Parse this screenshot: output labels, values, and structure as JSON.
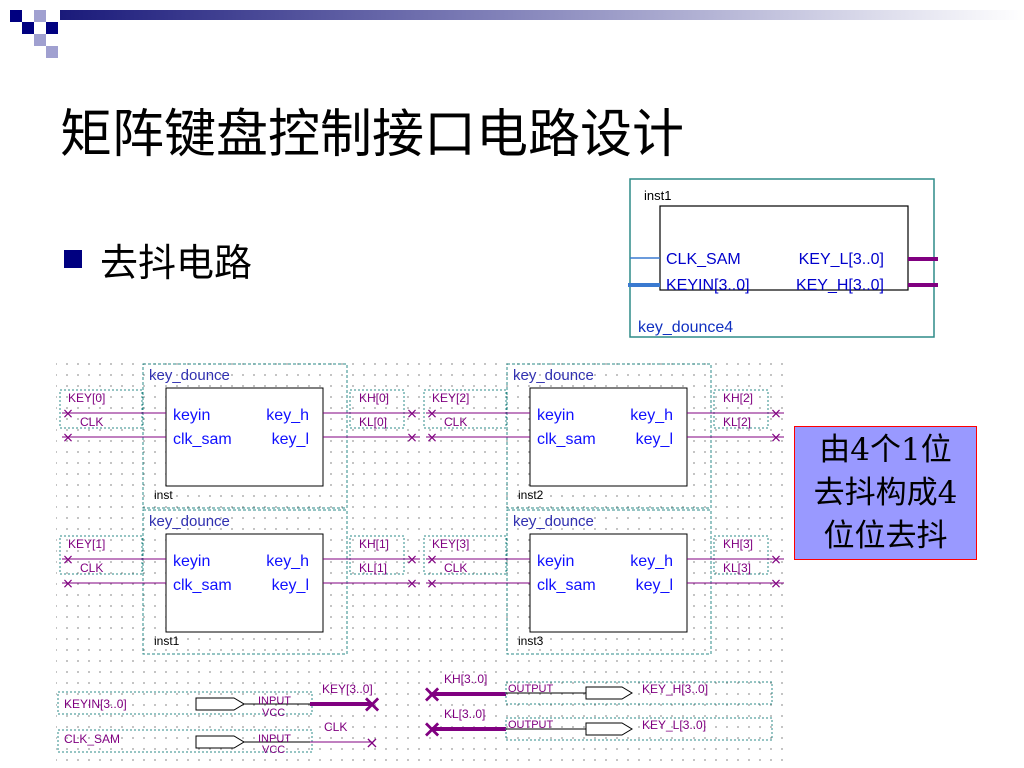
{
  "slide": {
    "title": "矩阵键盘控制接口电路设计",
    "bullet": "去抖电路",
    "note": "由4个1位去抖构成4位位去抖"
  },
  "colors": {
    "navy": "#000080",
    "teal": "#2e8b88",
    "purple": "#800080",
    "blue_text": "#1010ff",
    "note_bg": "#9999ff",
    "note_border": "#ff0000"
  },
  "top_symbol": {
    "instance": "inst1",
    "in_ports": [
      "CLK_SAM",
      "KEYIN[3..0]"
    ],
    "out_ports": [
      "KEY_L[3..0]",
      "KEY_H[3..0]"
    ],
    "module": "key_dounce4"
  },
  "schematic": {
    "blocks": [
      {
        "module": "key_dounce",
        "instance": "inst",
        "in1": "keyin",
        "in2": "clk_sam",
        "out1": "key_h",
        "out2": "key_l",
        "net_in": "KEY[0]",
        "net_clk": "CLK",
        "net_h": "KH[0]",
        "net_l": "KL[0]"
      },
      {
        "module": "key_dounce",
        "instance": "inst2",
        "in1": "keyin",
        "in2": "clk_sam",
        "out1": "key_h",
        "out2": "key_l",
        "net_in": "KEY[2]",
        "net_clk": "CLK",
        "net_h": "KH[2]",
        "net_l": "KL[2]"
      },
      {
        "module": "key_dounce",
        "instance": "inst1",
        "in1": "keyin",
        "in2": "clk_sam",
        "out1": "key_h",
        "out2": "key_l",
        "net_in": "KEY[1]",
        "net_clk": "CLK",
        "net_h": "KH[1]",
        "net_l": "KL[1]"
      },
      {
        "module": "key_dounce",
        "instance": "inst3",
        "in1": "keyin",
        "in2": "clk_sam",
        "out1": "key_h",
        "out2": "key_l",
        "net_in": "KEY[3]",
        "net_clk": "CLK",
        "net_h": "KH[3]",
        "net_l": "KL[3]"
      }
    ],
    "io": {
      "keyin_pin": "KEYIN[3..0]",
      "clk_pin": "CLK_SAM",
      "input_label": "INPUT",
      "vcc_label": "VCC",
      "key_bus": "KEY[3..0]",
      "clk_net": "CLK",
      "kh_bus": "KH[3..0]",
      "kl_bus": "KL[3..0]",
      "output_label": "OUTPUT",
      "key_h_pin": "KEY_H[3..0]",
      "key_l_pin": "KEY_L[3..0]"
    }
  }
}
